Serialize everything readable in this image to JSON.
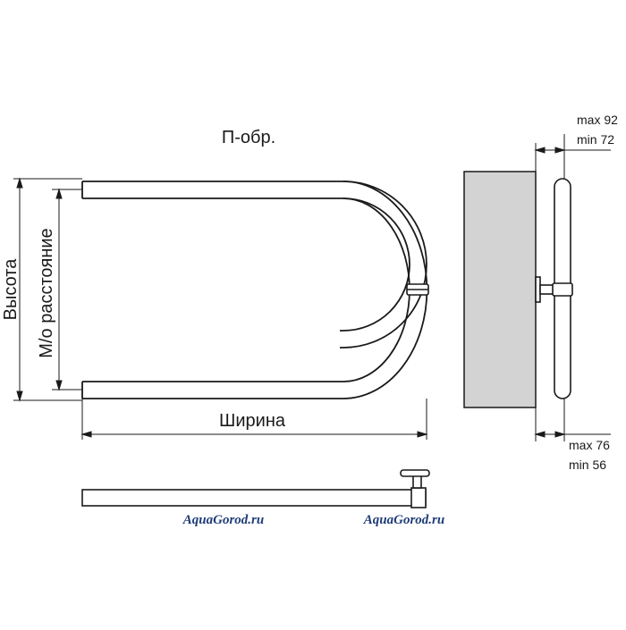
{
  "diagram": {
    "title": "П-обр.",
    "labels": {
      "height": "Высота",
      "center_distance": "М/о расстояние",
      "width": "Ширина"
    },
    "side_view": {
      "top_max": "max 92",
      "top_min": "min 72",
      "bottom_max": "max 76",
      "bottom_min": "min 56"
    },
    "watermarks": [
      "AquaGorod.ru",
      "AquaGorod.ru"
    ],
    "colors": {
      "line": "#1a1a1a",
      "wall": "#d3d3d3",
      "watermark": "#1f3c78"
    }
  }
}
